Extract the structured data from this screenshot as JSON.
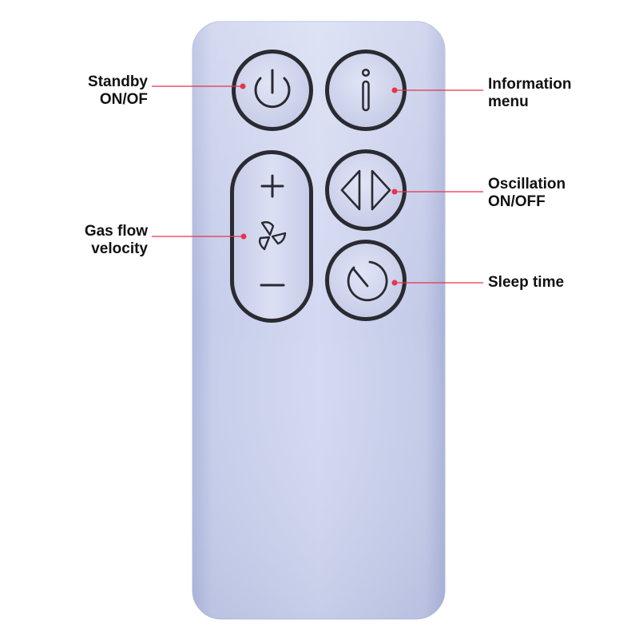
{
  "labels": {
    "standby": [
      "Standby",
      "ON/OF"
    ],
    "information": [
      "Information",
      "menu"
    ],
    "gas_flow": [
      "Gas flow",
      "velocity"
    ],
    "oscillation": [
      "Oscillation",
      "ON/OFF"
    ],
    "sleep": [
      "Sleep time"
    ]
  },
  "buttons": {
    "plus_symbol": "+",
    "minus_symbol": "–"
  },
  "colors": {
    "remote_body": "#c9d0ec",
    "button_face": "#d2d7ef",
    "button_rim": "#2b2b33",
    "leader_line": "#e8334a",
    "label_text": "#111111"
  },
  "icons": {
    "standby": "power-icon",
    "information": "info-icon",
    "oscillation": "oscillation-arrows-icon",
    "sleep": "sleep-timer-icon",
    "airflow": "fan-icon"
  }
}
